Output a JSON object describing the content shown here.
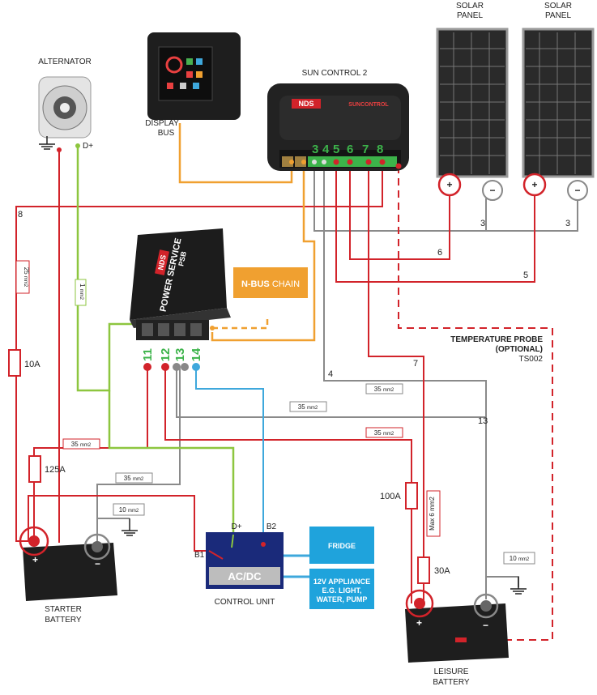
{
  "labels": {
    "alternator": "ALTERNATOR",
    "alt_dplus": "D+",
    "display_line1": "DISPLAY",
    "display_line2": "BUS",
    "sun_control": "SUN CONTROL 2",
    "solar1_line1": "SOLAR",
    "solar1_line2": "PANEL",
    "solar2_line1": "SOLAR",
    "solar2_line2": "PANEL",
    "nbus_chain_bold": "N-BUS",
    "nbus_chain_rest": " CHAIN",
    "temp_probe_line1": "TEMPERATURE PROBE",
    "temp_probe_line2": "(OPTIONAL)",
    "temp_probe_code": "TS002",
    "starter_line1": "STARTER",
    "starter_line2": "BATTERY",
    "leisure_line1": "LEISURE",
    "leisure_line2": "BATTERY",
    "control_unit": "CONTROL UNIT",
    "acdc": "AC/DC",
    "cu_dplus": "D+",
    "cu_b1": "B1",
    "cu_b2": "B2",
    "fridge": "FRIDGE",
    "appliance_line1": "12V APPLIANCE",
    "appliance_line2": "E.G. LIGHT,",
    "appliance_line3": "WATER, PUMP",
    "nds_logo_sun": "NDS",
    "sun_brand": "SUNCONTROL",
    "nds_logo_ps": "NDS",
    "ps_brand1": "POWER SERVICE",
    "ps_brand2": "PSB"
  },
  "sun_terminals": [
    "3",
    "4",
    "5",
    "6",
    "7",
    "8"
  ],
  "ps_terminals": [
    "11",
    "12",
    "13",
    "14"
  ],
  "wires": {
    "w8": "8",
    "w3a": "3",
    "w3b": "3",
    "w6": "6",
    "w5": "5",
    "w4": "4",
    "w7": "7",
    "w13": "13"
  },
  "sections": {
    "alt_cable": "25",
    "alt_cable_unit": "mm2",
    "dplus_cable": "1",
    "dplus_cable_unit": "mm2",
    "s35a": "35",
    "s35a_unit": "mm2",
    "s35b": "35",
    "s35b_unit": "mm2",
    "s35c": "35",
    "s35c_unit": "mm2",
    "s35d": "35",
    "s35d_unit": "mm2",
    "s35e": "35",
    "s35e_unit": "mm2",
    "ground1": "10",
    "ground1_unit": "mm2",
    "ground2": "10",
    "ground2_unit": "mm2",
    "max6": "Max 6 mm2"
  },
  "fuses": {
    "f10": "10A",
    "f125": "125A",
    "f100": "100A",
    "f30": "30A"
  },
  "signs": {
    "plus": "+",
    "minus": "−"
  },
  "colors": {
    "red_wire": "#d2232a",
    "green_wire": "#8dc63f",
    "orange_wire": "#f0a030",
    "blue_wire": "#3ea8dc",
    "gray_wire": "#8a8a8a",
    "box_blue": "#1a2a7a",
    "accent_blue": "#1fa3dc",
    "terminal_green": "#3cb34a"
  }
}
